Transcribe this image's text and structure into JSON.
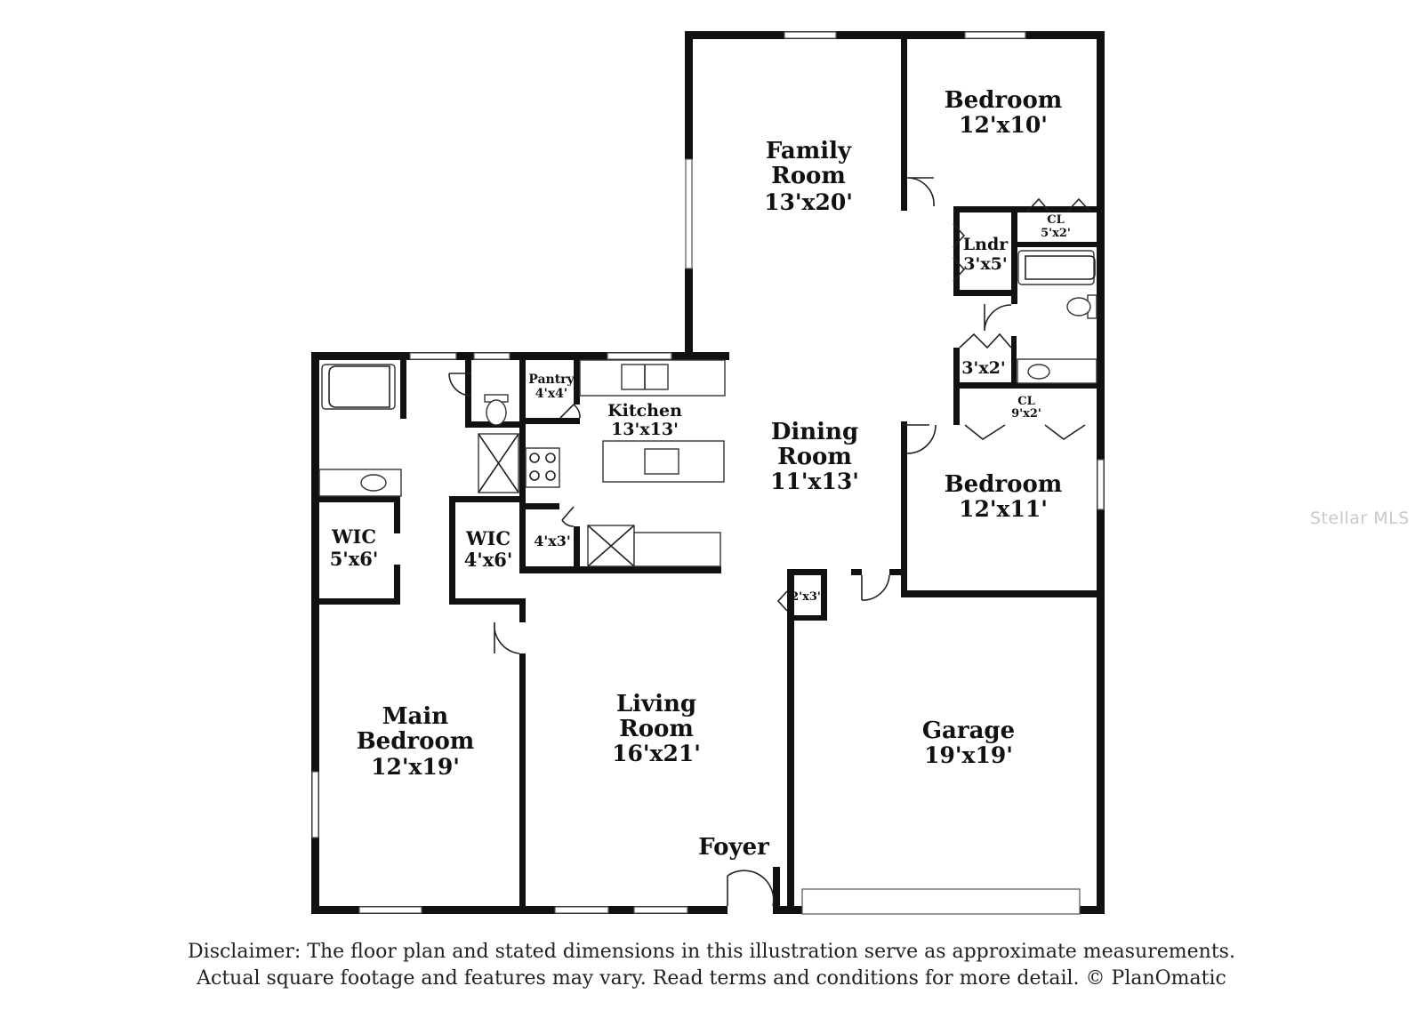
{
  "rooms": {
    "family_room": {
      "name": "Family\nRoom",
      "size": "13'x20'"
    },
    "bedroom_ne": {
      "name": "Bedroom",
      "size": "12'x10'"
    },
    "cl_small": {
      "name": "CL",
      "size": "5'x2'"
    },
    "laundry": {
      "name": "Lndr",
      "size": "3'x5'"
    },
    "closet_3x2": {
      "size": "3'x2'"
    },
    "cl_mid": {
      "name": "CL",
      "size": "9'x2'"
    },
    "bedroom_e": {
      "name": "Bedroom",
      "size": "12'x11'"
    },
    "pantry": {
      "name": "Pantry",
      "size": "4'x4'"
    },
    "kitchen": {
      "name": "Kitchen",
      "size": "13'x13'"
    },
    "dining_room": {
      "name": "Dining\nRoom",
      "size": "11'x13'"
    },
    "wic_left": {
      "name": "WIC",
      "size": "5'x6'"
    },
    "wic_right": {
      "name": "WIC",
      "size": "4'x6'"
    },
    "closet_4x3": {
      "size": "4'x3'"
    },
    "closet_2x3": {
      "size": "2'x3'"
    },
    "main_bedroom": {
      "name": "Main\nBedroom",
      "size": "12'x19'"
    },
    "living_room": {
      "name": "Living\nRoom",
      "size": "16'x21'"
    },
    "foyer": {
      "name": "Foyer"
    },
    "garage": {
      "name": "Garage",
      "size": "19'x19'"
    }
  },
  "disclaimer": {
    "line1": "Disclaimer: The floor plan and stated dimensions in this illustration serve as approximate measurements.",
    "line2": "Actual square footage and features may vary. Read terms and conditions for more detail. © PlanOmatic"
  },
  "watermark": "Stellar MLS"
}
